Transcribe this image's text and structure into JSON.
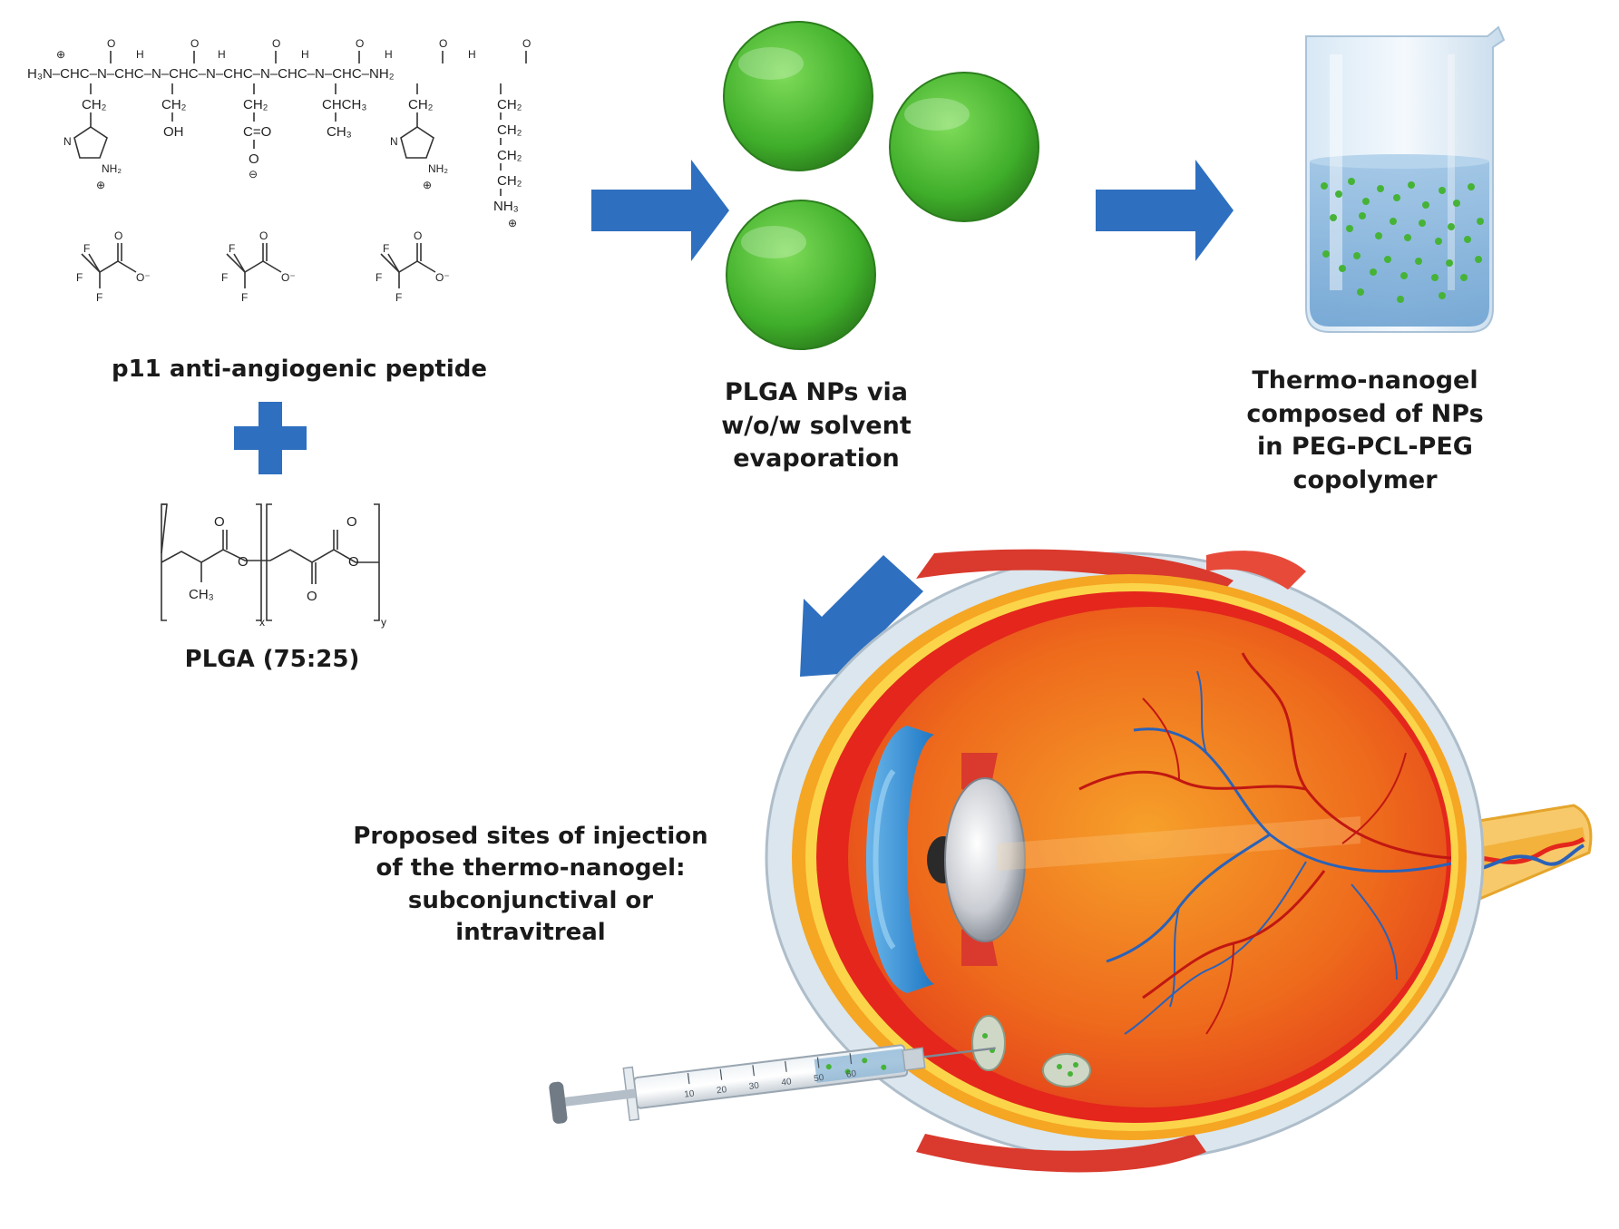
{
  "peptide": {
    "caption": "p11 anti-angiogenic peptide",
    "backbone": [
      "H₃N–CHC–N–CHC–N–CHC–N–CHC–N–CHC–N–CHC–NH₂"
    ],
    "side_chains": [
      "CH₂",
      "CH₂",
      "OH",
      "CH₂",
      "C=O",
      "O",
      "CHCH₃",
      "CH₃",
      "CH₂",
      "CH₂",
      "CH₂",
      "CH₂",
      "CH₂",
      "NH₃"
    ],
    "counterion_atoms": [
      "F",
      "O",
      "O⁻"
    ]
  },
  "polymer": {
    "caption": "PLGA (75:25)",
    "subscripts": [
      "x",
      "y"
    ],
    "labels": [
      "O",
      "O",
      "CH₃"
    ]
  },
  "nanoparticles": {
    "caption_lines": [
      "PLGA NPs via",
      "w/o/w solvent",
      "evaporation"
    ],
    "color": "#3fae2a"
  },
  "nanogel": {
    "caption_lines": [
      "Thermo-nanogel",
      "composed of NPs",
      "in PEG-PCL-PEG",
      "copolymer"
    ]
  },
  "injection": {
    "caption_lines": [
      "Proposed sites of injection",
      "of the thermo-nanogel:",
      "subconjunctival or",
      "intravitreal"
    ],
    "syringe_ticks": [
      "10",
      "20",
      "30",
      "40",
      "50",
      "60"
    ]
  },
  "colors": {
    "arrow": "#2e6fbf",
    "plus": "#2e6fbf",
    "eye_red": "#e4261c",
    "eye_orange": "#f28a1e",
    "vessel_blue": "#2a62b8"
  }
}
